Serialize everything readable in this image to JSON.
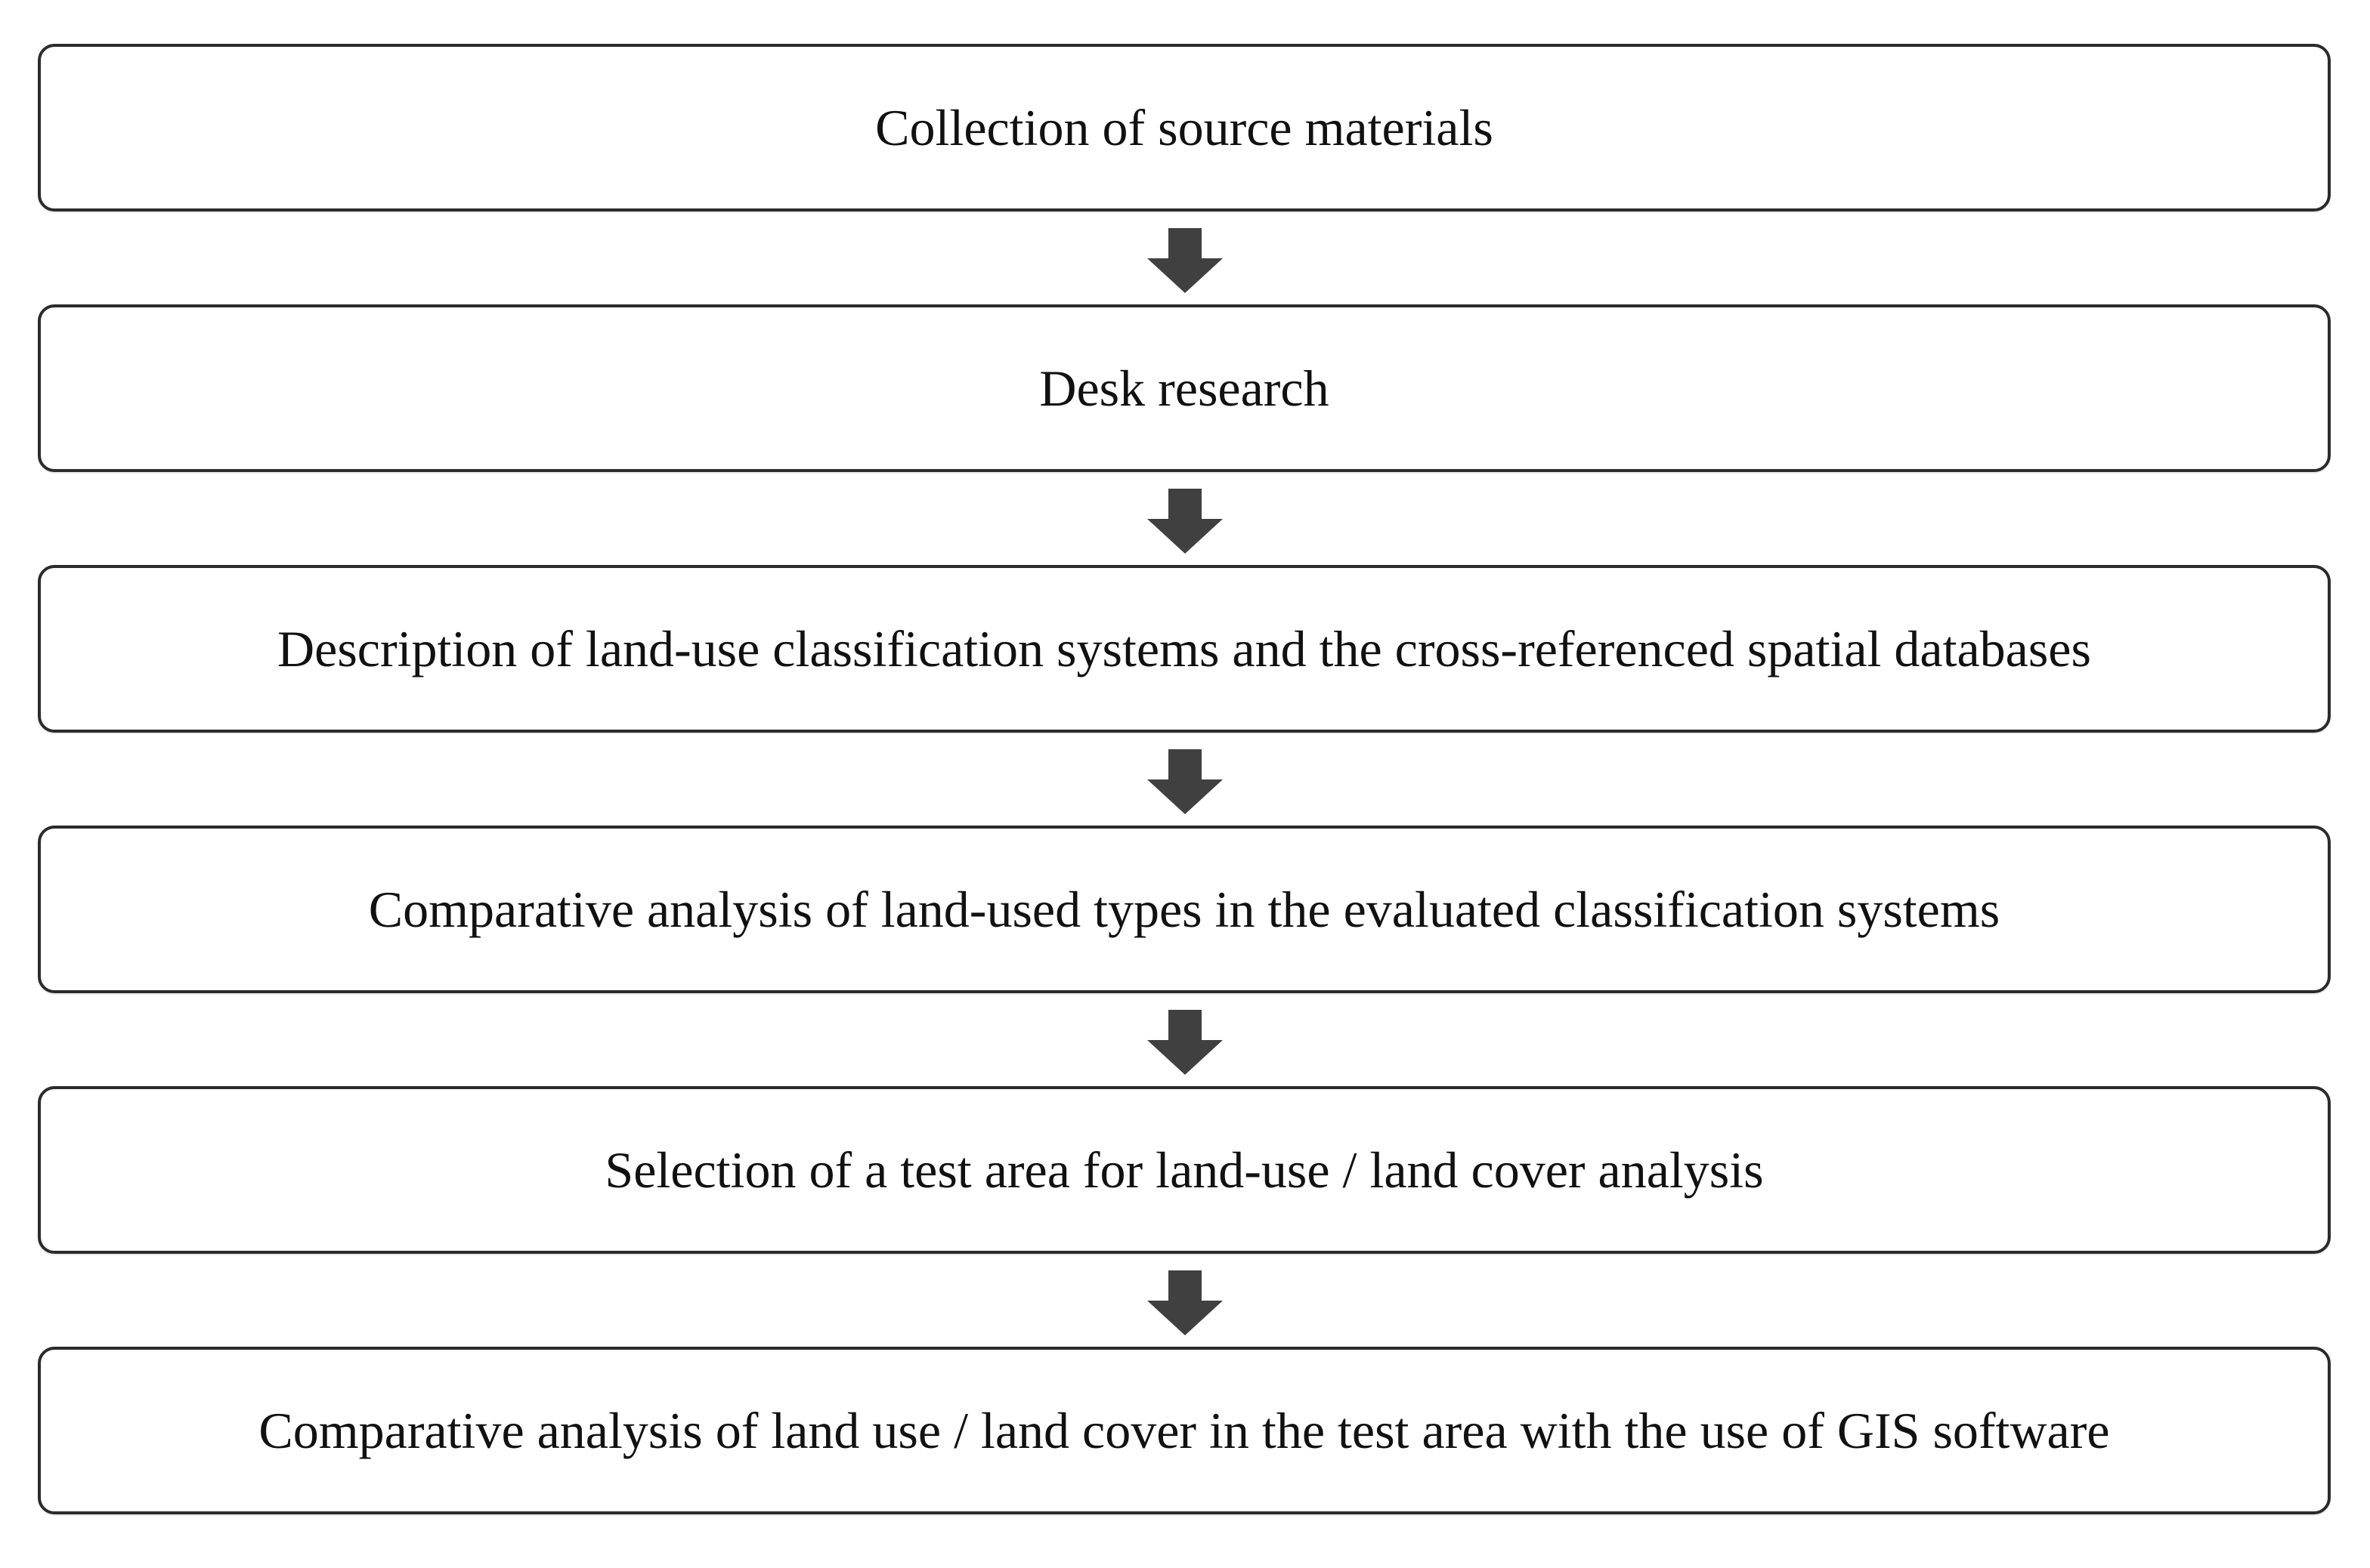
{
  "diagram": {
    "steps": [
      {
        "label": "Collection of source materials"
      },
      {
        "label": "Desk research"
      },
      {
        "label": "Description of land-use classification systems and the cross-referenced spatial databases"
      },
      {
        "label": "Comparative analysis of land-used types in the evaluated classification systems"
      },
      {
        "label": "Selection of a test area for land-use / land cover analysis"
      },
      {
        "label": "Comparative analysis of land use / land cover in the test area with the use of GIS software"
      }
    ],
    "arrow_icon": "down-arrow-icon",
    "colors": {
      "box_border": "#2b2b2b",
      "arrow_fill": "#404040",
      "text": "#111111",
      "background": "#ffffff"
    }
  }
}
